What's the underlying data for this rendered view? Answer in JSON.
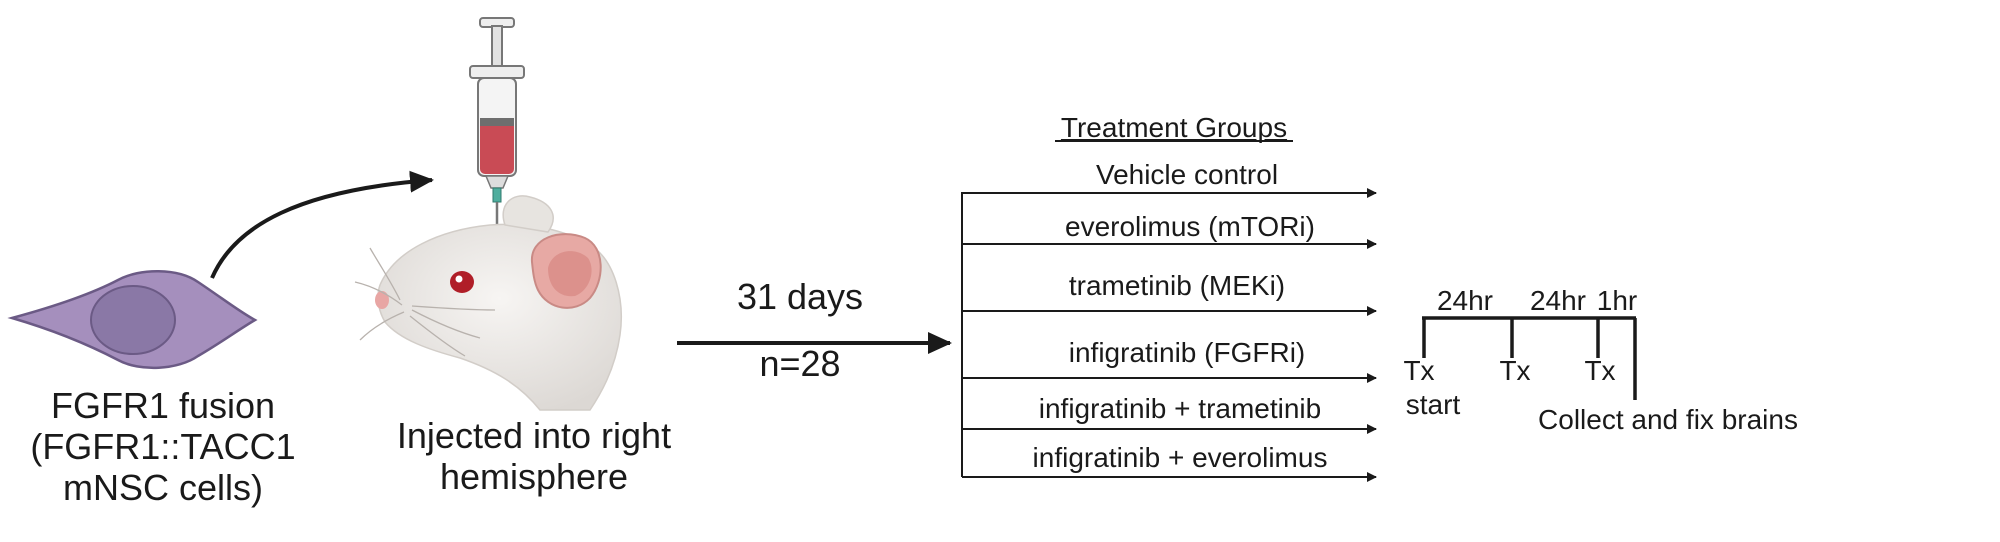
{
  "cell": {
    "label_lines": [
      "FGFR1 fusion",
      "(FGFR1::TACC1",
      "mNSC cells)"
    ]
  },
  "mouse": {
    "label_lines": [
      "Injected into right",
      "hemisphere"
    ]
  },
  "arrow_main": {
    "duration": "31 days",
    "sample_size": "n=28"
  },
  "treatment": {
    "header": "Treatment Groups",
    "groups": [
      "Vehicle control",
      "everolimus (mTORi)",
      "trametinib (MEKi)",
      "infigratinib (FGFRi)",
      "infigratinib + trametinib",
      "infigratinib + everolimus"
    ]
  },
  "timeline": {
    "intervals": [
      "24hr",
      "24hr",
      "1hr"
    ],
    "dose_labels": [
      "Tx",
      "Tx",
      "Tx"
    ],
    "start_label": "start",
    "end_label": "Collect and fix brains"
  },
  "colors": {
    "cell_body": "#a58fbd",
    "cell_nucleus": "#8a78a6",
    "cell_outline": "#6b5a85",
    "syringe_fluid": "#c94b55",
    "needle": "#4fae9e",
    "mouse_fur": "#ece9e6",
    "mouse_ear": "#e7a9a4",
    "mouse_eye": "#b01e28",
    "line": "#1a1a1a"
  },
  "icons": [
    "cell-icon",
    "syringe-icon",
    "mouse-head-icon"
  ]
}
